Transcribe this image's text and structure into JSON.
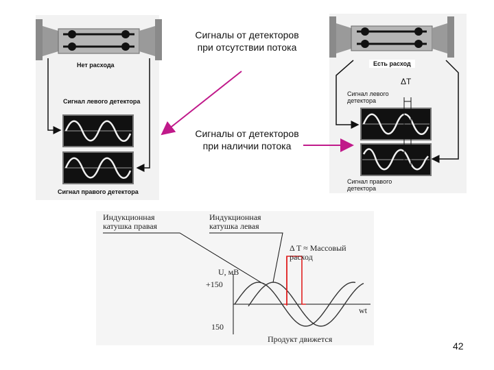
{
  "captions": {
    "no_flow": "Сигналы от детекторов при отсутствии потока",
    "with_flow": "Сигналы от детекторов при наличии потока"
  },
  "left_panel": {
    "status": "Нет расхода",
    "left_signal": "Сигнал левого детектора",
    "right_signal": "Сигнал правого детектора"
  },
  "right_panel": {
    "status": "Есть расход",
    "delta": "ΔT",
    "left_signal": "Сигнал левого детектора",
    "right_signal": "Сигнал правого детектора"
  },
  "plot": {
    "coil_right": "Индукционная катушка правая",
    "coil_left": "Индукционная катушка левая",
    "delta_label": "Δ T ≈ Массовый расход",
    "y_axis": "U, мВ",
    "y_top": "+150",
    "y_bottom": "150",
    "x_axis": "wt",
    "footer": "Продукт движется"
  },
  "page_number": "42",
  "colors": {
    "arrow_magenta": "#c0198a",
    "pulse_red": "#e02020",
    "screen_bg": "#111111",
    "sensor_grey": "#8a8a8a"
  }
}
